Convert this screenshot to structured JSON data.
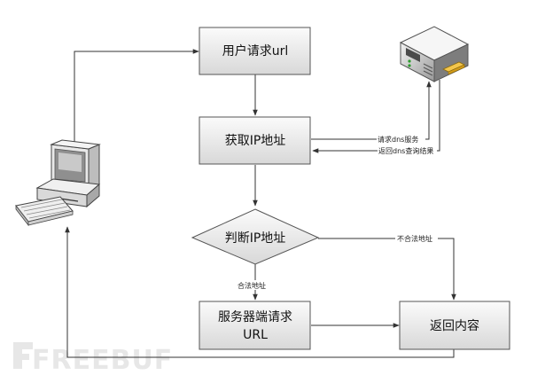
{
  "nodes": {
    "request": "用户请求url",
    "get_ip": "获取IP地址",
    "judge": "判断IP地址",
    "server_line1": "服务器端请求",
    "server_line2": "URL",
    "return": "返回内容"
  },
  "edges": {
    "dns_request": "请求dns服务",
    "dns_return": "返回dns查询结果",
    "legal": "合法地址",
    "illegal": "不合法地址"
  },
  "icons": {
    "computer": "desktop-computer-icon",
    "server": "dns-server-icon"
  },
  "watermark": "FREEBUF",
  "colors": {
    "box_top": "#fbfbfb",
    "box_bottom": "#d6d6d6",
    "line": "#333333",
    "watermark": "#e7e7e7"
  }
}
